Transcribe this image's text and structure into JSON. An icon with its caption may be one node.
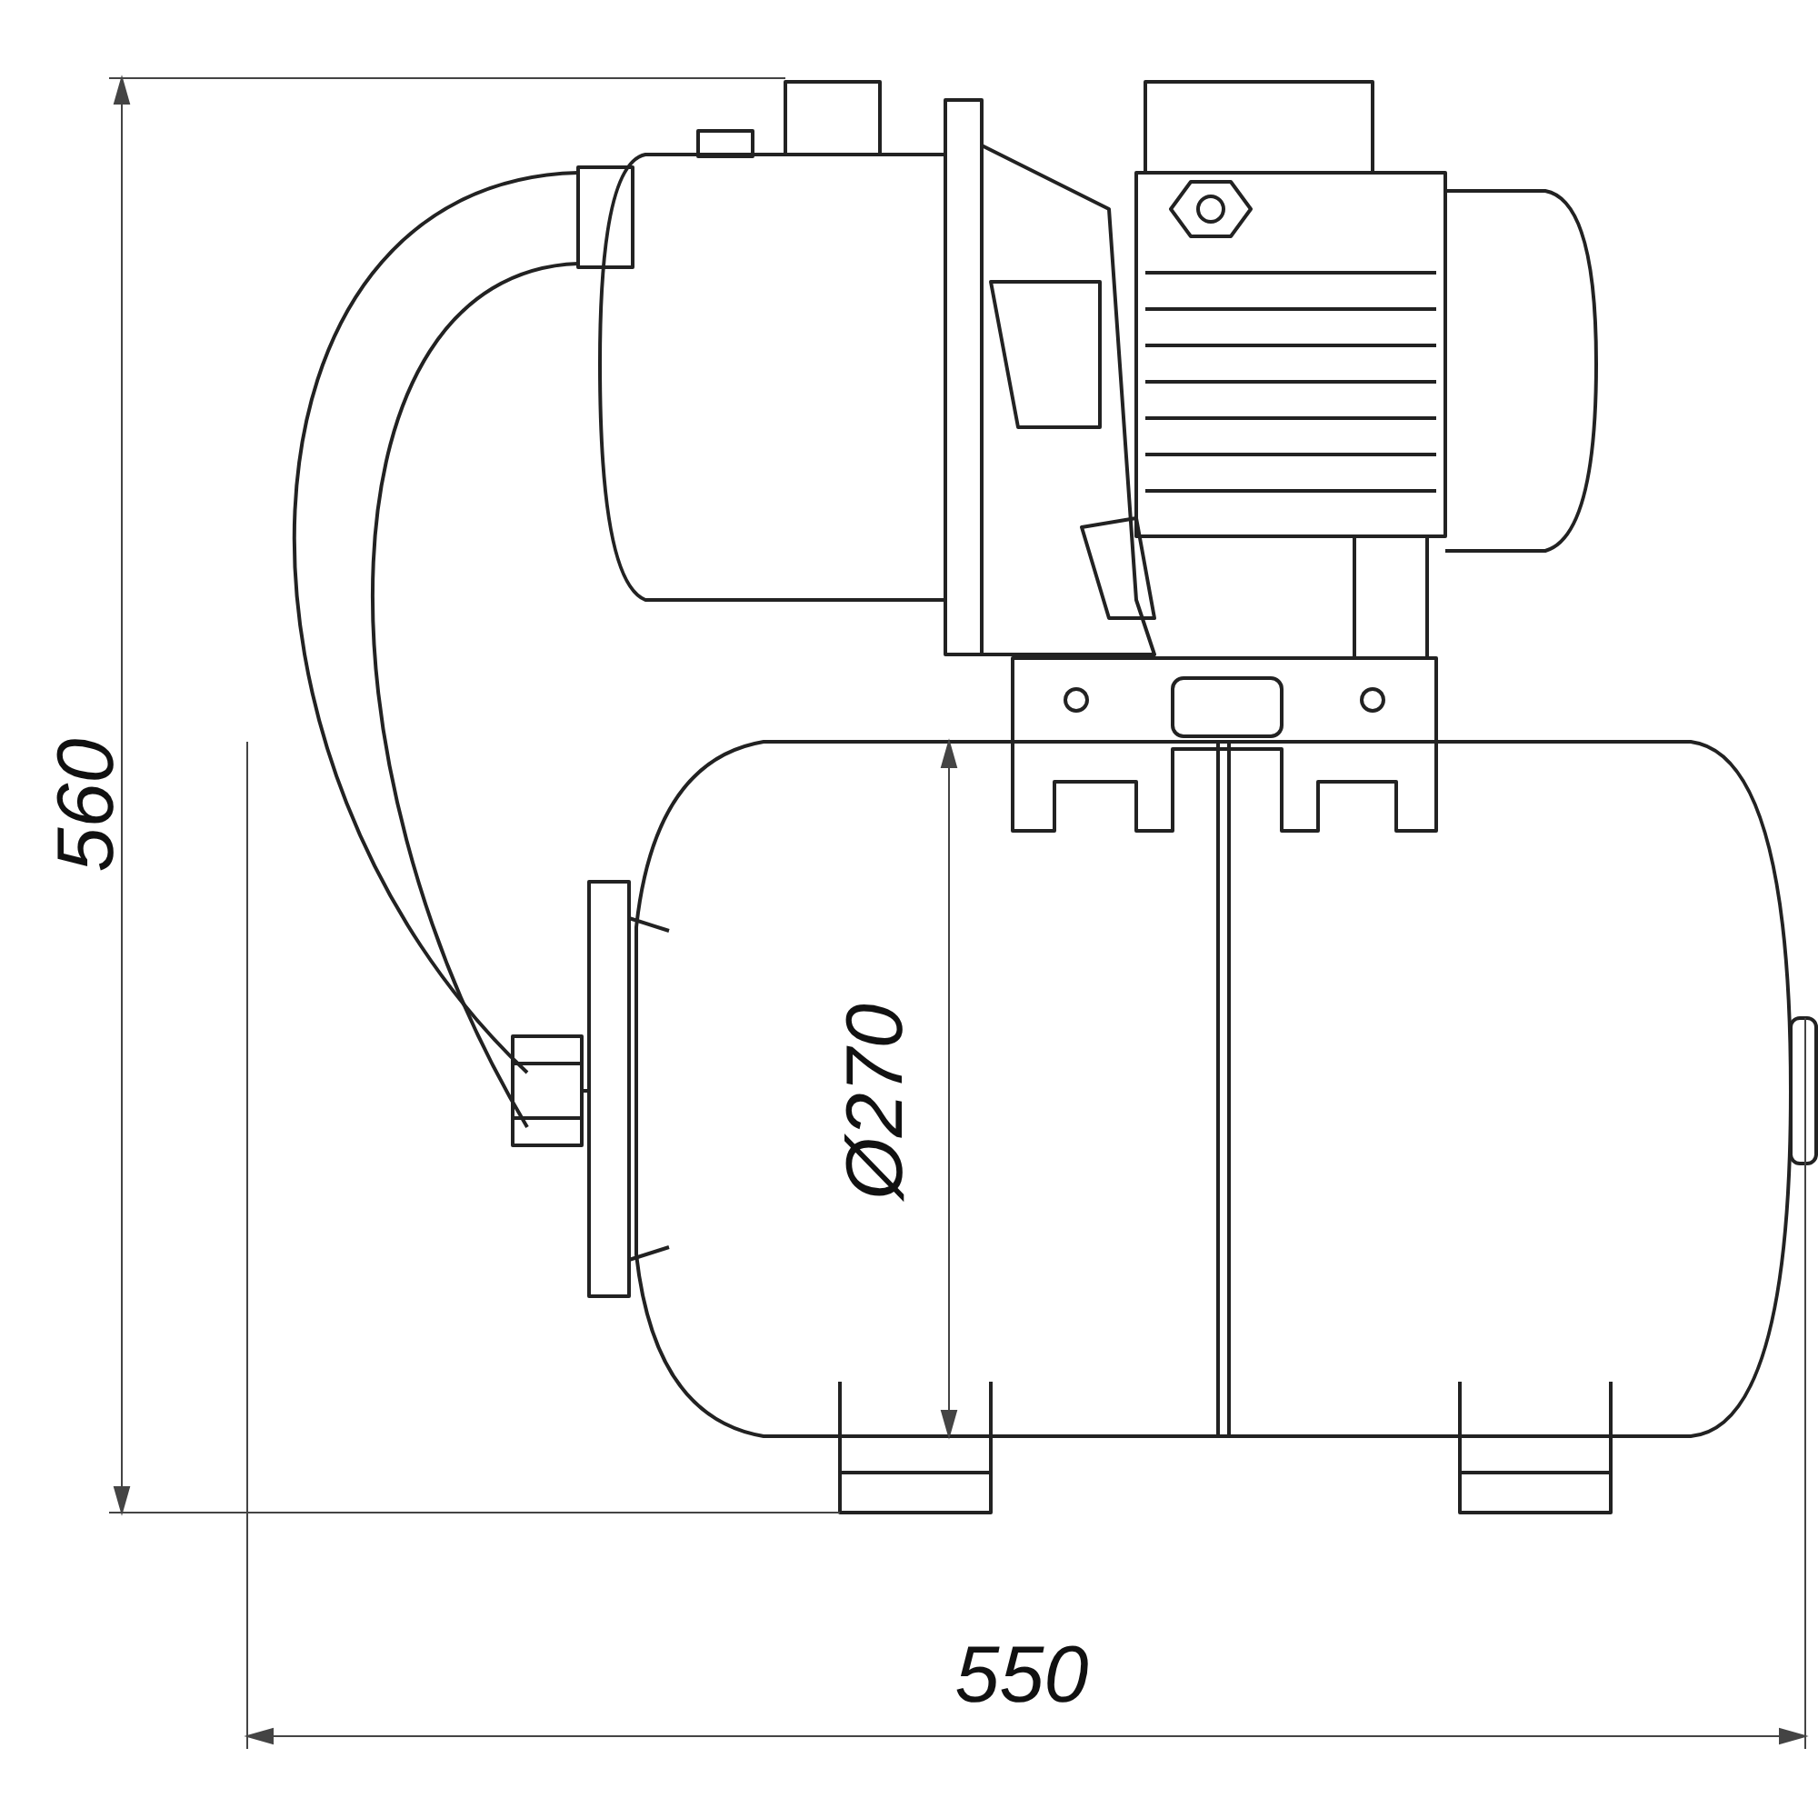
{
  "diagram": {
    "labels": [
      "560",
      "Ø270",
      "550"
    ]
  }
}
